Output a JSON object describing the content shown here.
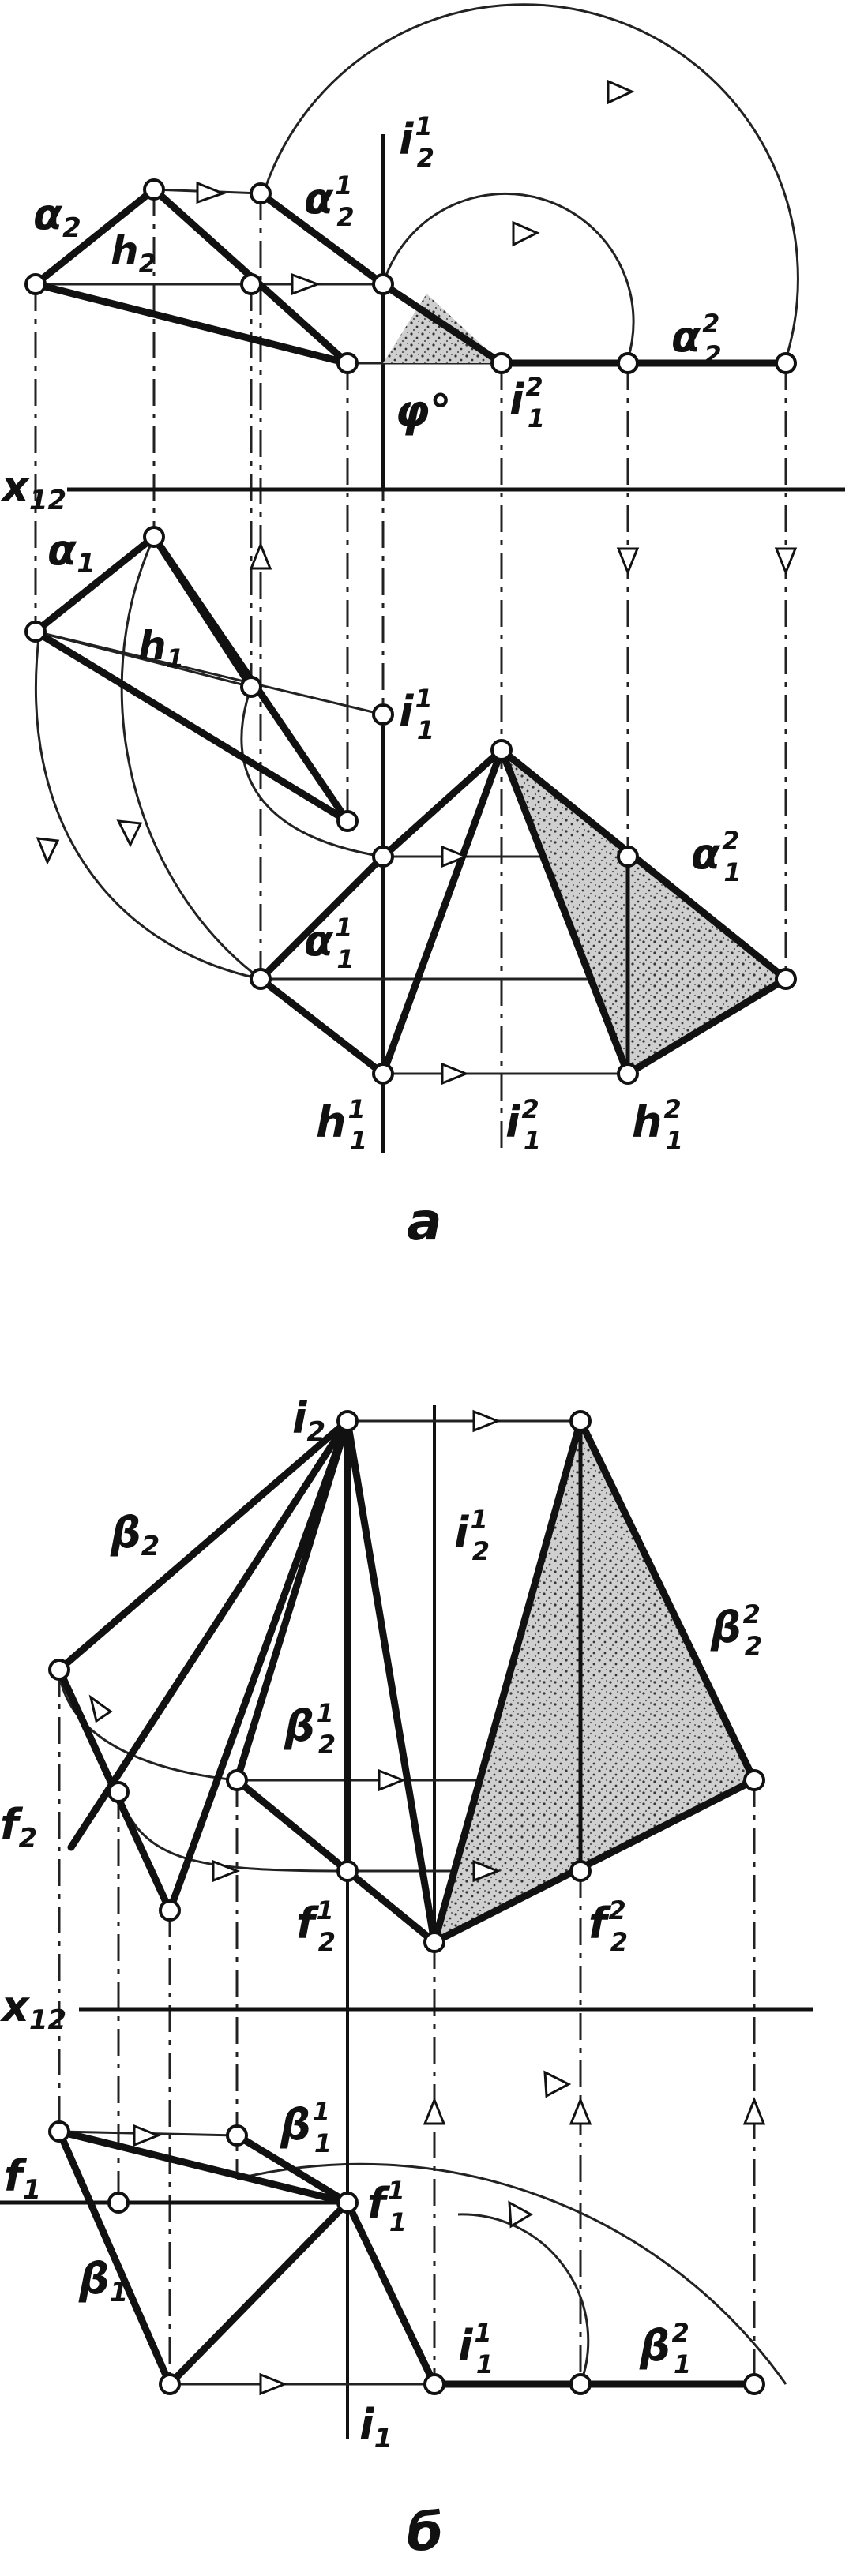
{
  "figure_a": {
    "caption": "а",
    "axis_label": "x",
    "axis_sub": "12",
    "labels": {
      "alpha2": {
        "base": "α",
        "sub": "2",
        "sup": ""
      },
      "h2": {
        "base": "h",
        "sub": "2",
        "sup": ""
      },
      "alpha2_1": {
        "base": "α",
        "sub": "2",
        "sup": "1"
      },
      "i2_1": {
        "base": "i",
        "sub": "2",
        "sup": "1"
      },
      "phi": {
        "base": "φ°",
        "sub": "",
        "sup": ""
      },
      "i1_2_top": {
        "base": "i",
        "sub": "1",
        "sup": "2"
      },
      "alpha2_2": {
        "base": "α",
        "sub": "2",
        "sup": "2"
      },
      "alpha1": {
        "base": "α",
        "sub": "1",
        "sup": ""
      },
      "h1": {
        "base": "h",
        "sub": "1",
        "sup": ""
      },
      "i1_1": {
        "base": "i",
        "sub": "1",
        "sup": "1"
      },
      "alpha1_2": {
        "base": "α",
        "sub": "1",
        "sup": "2"
      },
      "alpha1_1": {
        "base": "α",
        "sub": "1",
        "sup": "1"
      },
      "h1_1": {
        "base": "h",
        "sub": "1",
        "sup": "1"
      },
      "i1_2_bot": {
        "base": "i",
        "sub": "1",
        "sup": "2"
      },
      "h1_2": {
        "base": "h",
        "sub": "1",
        "sup": "2"
      }
    }
  },
  "figure_b": {
    "caption": "б",
    "axis_label": "x",
    "axis_sub": "12",
    "labels": {
      "i2": {
        "base": "i",
        "sub": "2",
        "sup": ""
      },
      "i2_1": {
        "base": "i",
        "sub": "2",
        "sup": "1"
      },
      "beta2": {
        "base": "β",
        "sub": "2",
        "sup": ""
      },
      "beta2_2": {
        "base": "β",
        "sub": "2",
        "sup": "2"
      },
      "beta2_1": {
        "base": "β",
        "sub": "2",
        "sup": "1"
      },
      "f2": {
        "base": "f",
        "sub": "2",
        "sup": ""
      },
      "f2_1": {
        "base": "f",
        "sub": "2",
        "sup": "1"
      },
      "f2_2": {
        "base": "f",
        "sub": "2",
        "sup": "2"
      },
      "beta1_1": {
        "base": "β",
        "sub": "1",
        "sup": "1"
      },
      "f1": {
        "base": "f",
        "sub": "1",
        "sup": ""
      },
      "f1_1": {
        "base": "f",
        "sub": "1",
        "sup": "1"
      },
      "beta1": {
        "base": "β",
        "sub": "1",
        "sup": ""
      },
      "i1_1": {
        "base": "i",
        "sub": "1",
        "sup": "1"
      },
      "beta1_2": {
        "base": "β",
        "sub": "1",
        "sup": "2"
      },
      "i1": {
        "base": "i",
        "sub": "1",
        "sup": ""
      }
    }
  }
}
